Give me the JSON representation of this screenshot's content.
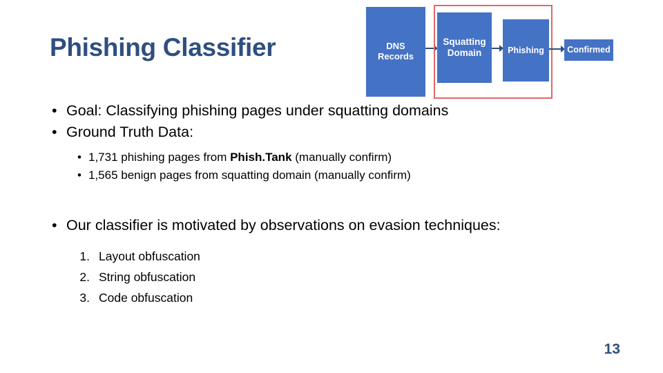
{
  "slide": {
    "title": "Phishing Classifier",
    "page_number": "13",
    "accent_color": "#2E4F7F",
    "box_fill_color": "#4472C4",
    "highlight_outline_color": "#E06666"
  },
  "diagram": {
    "name": "phishing-detection-pipeline",
    "boxes": [
      {
        "id": "dns-records",
        "label": "DNS\nRecords",
        "line1": "DNS",
        "line2": "Records"
      },
      {
        "id": "squatting-domain",
        "label": "Squatting\nDomain",
        "line1": "Squatting",
        "line2": "Domain"
      },
      {
        "id": "phishing",
        "label": "Phishing",
        "line1": "Phishing",
        "line2": ""
      },
      {
        "id": "confirmed",
        "label": "Confirmed",
        "line1": "Confirmed",
        "line2": ""
      }
    ],
    "arrows": [
      {
        "from": "dns-records",
        "to": "squatting-domain"
      },
      {
        "from": "squatting-domain",
        "to": "phishing"
      },
      {
        "from": "phishing",
        "to": "confirmed"
      }
    ],
    "highlight_region": {
      "covers": [
        "squatting-domain",
        "phishing"
      ]
    }
  },
  "content": {
    "bullets": [
      {
        "text": "Goal: Classifying phishing pages under squatting domains"
      },
      {
        "text": "Ground Truth Data:"
      }
    ],
    "sub_bullets": [
      {
        "prefix": "1,731 phishing pages from ",
        "bold": "Phish.Tank",
        "suffix": " (manually confirm)"
      },
      {
        "prefix": "1,565 benign pages from squatting domain (manually confirm)",
        "bold": "",
        "suffix": ""
      }
    ],
    "motivation_bullet": "Our classifier is motivated by observations on evasion techniques:",
    "numbered_items": [
      {
        "num": "1.",
        "text": "Layout obfuscation"
      },
      {
        "num": "2.",
        "text": "String obfuscation"
      },
      {
        "num": "3.",
        "text": "Code obfuscation"
      }
    ]
  }
}
